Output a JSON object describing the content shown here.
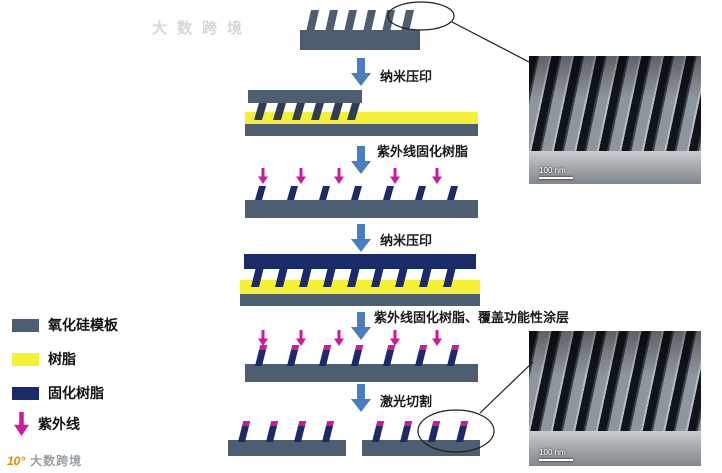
{
  "diagram": {
    "flow_labels": [
      {
        "label": "纳米压印"
      },
      {
        "label": "紫外线固化树脂"
      },
      {
        "label": "纳米压印"
      },
      {
        "label": "紫外线固化树脂、覆盖功能性涂层"
      },
      {
        "label": "激光切割"
      }
    ]
  },
  "legend": {
    "items": [
      {
        "label": "氧化硅模板",
        "color": "#4d5e71"
      },
      {
        "label": "树脂",
        "color": "#f4f036"
      },
      {
        "label": "固化树脂",
        "color": "#1b2a68"
      },
      {
        "label": "紫外线",
        "color": "#c81a9b"
      }
    ]
  },
  "sem_images": {
    "top": {
      "scale_label": "100 nm"
    },
    "bottom": {
      "scale_label": "100 nm"
    }
  },
  "watermarks": {
    "top": "大数跨境",
    "bottom_logo": "10°",
    "bottom": "大数跨境"
  },
  "colors": {
    "silicon_template": "#4d5e71",
    "resin": "#f4f036",
    "cured_resin": "#1b2a68",
    "uv": "#cf17a0",
    "flow_arrow": "#4a7cc0"
  }
}
